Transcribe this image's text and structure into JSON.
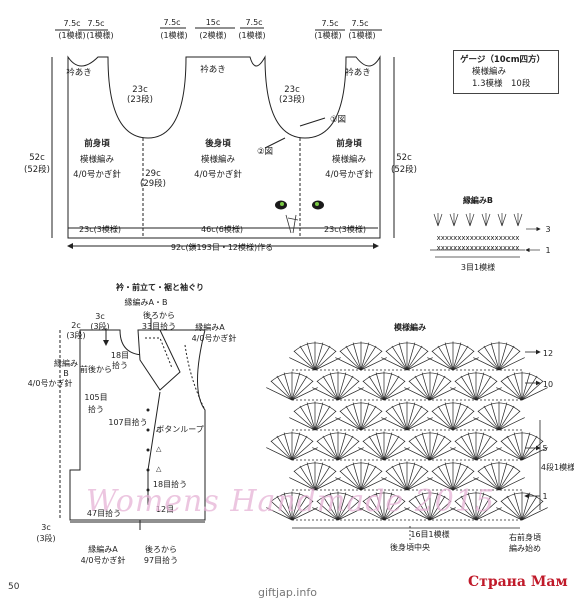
{
  "schematic": {
    "top_labels": [
      {
        "cm": "7.5c",
        "sub": "(1模様)"
      },
      {
        "cm": "7.5c",
        "sub": "(1模様)"
      },
      {
        "cm": "7.5c",
        "sub": "(1模様)"
      },
      {
        "cm": "15c",
        "sub": "(2模様)"
      },
      {
        "cm": "7.5c",
        "sub": "(1模様)"
      },
      {
        "cm": "7.5c",
        "sub": "(1模様)"
      },
      {
        "cm": "7.5c",
        "sub": "(1模様)"
      }
    ],
    "neck_label_left": "衿あき",
    "neck_label_center": "衿あき",
    "neck_label_right": "衿あき",
    "armhole_left": {
      "cm": "23c",
      "rows": "(23段)"
    },
    "armhole_right": {
      "cm": "23c",
      "rows": "(23段)"
    },
    "side_left": {
      "cm": "52c",
      "rows": "(52段)"
    },
    "side_right": {
      "cm": "52c",
      "rows": "(52段)"
    },
    "mid_left": {
      "cm": "29c",
      "rows": "(29段)"
    },
    "front_left": {
      "title": "前身頃",
      "stitch": "模様編み",
      "hook": "4/0号かぎ針"
    },
    "back": {
      "title": "後身頃",
      "stitch": "模様編み",
      "hook": "4/0号かぎ針"
    },
    "front_right": {
      "title": "前身頃",
      "stitch": "模様編み",
      "hook": "4/0号かぎ針"
    },
    "fig1": "①図",
    "fig2": "②図",
    "bottom_left": "23c(3模様)",
    "bottom_center": "46c(6模様)",
    "bottom_right": "23c(3模様)",
    "total": "92c(鎖193目・12模様)作る"
  },
  "gauge": {
    "title": "ゲージ（10cm四方）",
    "line1": "模様編み",
    "line2": "1.3模様　10段"
  },
  "edge_b": {
    "title": "縁編みB",
    "row3": "3",
    "row1": "1",
    "repeat": "3目1模様"
  },
  "collar": {
    "title": "衿・前立て・裾と袖ぐり",
    "sub": "縁編みA・B",
    "c2": "2c",
    "c2r": "(3段)",
    "c3": "3c",
    "c3r": "(3段)",
    "back33": "後ろから",
    "back33b": "33目拾う",
    "edgeA": "縁編みA",
    "edgeA_hook": "4/0号かぎ針",
    "pick18": "18目",
    "pick18b": "拾う",
    "edgeB": "縁編み",
    "edgeB2": "B",
    "hookB": "4/0号かぎ針",
    "front105": "前後から",
    "front105b": "105目",
    "front105c": "拾う",
    "pick107": "107目拾う",
    "button": "ボタンループ",
    "pick18r": "18目拾う",
    "pick12": "12目",
    "pick47": "47目拾う",
    "c3b": "3c",
    "c3br": "(3段)",
    "edgeA2": "縁編みA",
    "edgeA2_hook": "4/0号かぎ針",
    "back97": "後ろから",
    "back97b": "97目拾う"
  },
  "pattern": {
    "title": "模様編み",
    "rows": [
      "12",
      "10",
      "5",
      "1"
    ],
    "repeat_note": "4段1模様",
    "bottom_repeat": "16目1模様",
    "back_center": "後身頃中央",
    "right_front": "右前身頃",
    "right_front2": "編み始め"
  },
  "page_number": "50",
  "site": "giftjap.info",
  "watermark": "Womens Handmade 2015",
  "stamp": "Страна Мам"
}
